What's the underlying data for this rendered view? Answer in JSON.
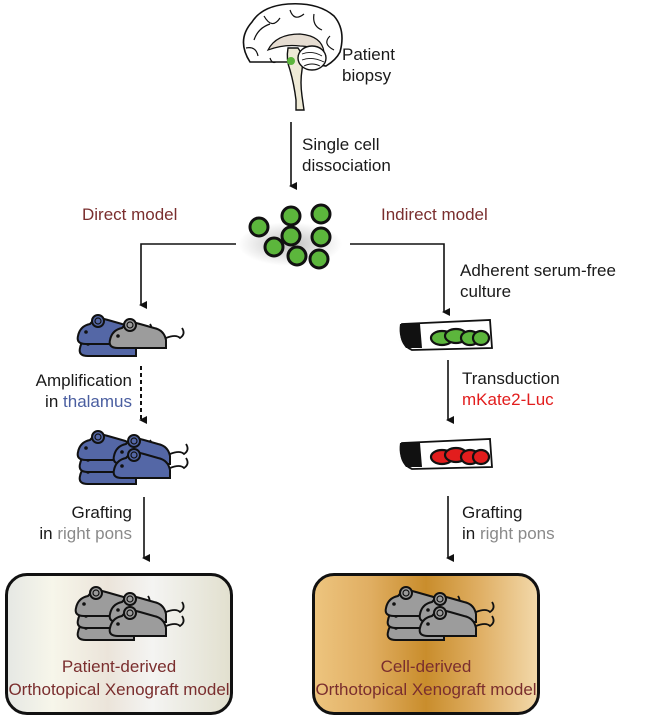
{
  "diagram": {
    "brain": {
      "label_line1": "Patient",
      "label_line2": "biopsy"
    },
    "step_dissociation": {
      "line1": "Single cell",
      "line2": "dissociation"
    },
    "branches": {
      "left": "Direct model",
      "right": "Indirect model"
    },
    "direct": {
      "amplification_line1": "Amplification",
      "amplification_prefix": "in ",
      "amplification_site": "thalamus",
      "grafting_line1": "Grafting",
      "grafting_prefix": "in ",
      "grafting_site": "right pons"
    },
    "indirect": {
      "culture_line1": "Adherent serum-free",
      "culture_line2": "culture",
      "transduction_line1": "Transduction",
      "transduction_vector": "mKate2-Luc",
      "grafting_line1": "Grafting",
      "grafting_prefix": "in ",
      "grafting_site": "right pons"
    },
    "outputs": {
      "left": {
        "line1": "Patient-derived",
        "line2": "Orthotopical Xenograft model"
      },
      "right": {
        "line1": "Cell-derived",
        "line2": "Orthotopical Xenograft model"
      }
    },
    "colors": {
      "maroon": "#7a2e2e",
      "thalamus_blue": "#4a5ea0",
      "mkate_red": "#e21d1d",
      "cell_green": "#5cb63c",
      "mouse_blue": "#5467a6",
      "mouse_grey": "#9c9c9c",
      "muted_grey": "#8a8a8a"
    }
  }
}
